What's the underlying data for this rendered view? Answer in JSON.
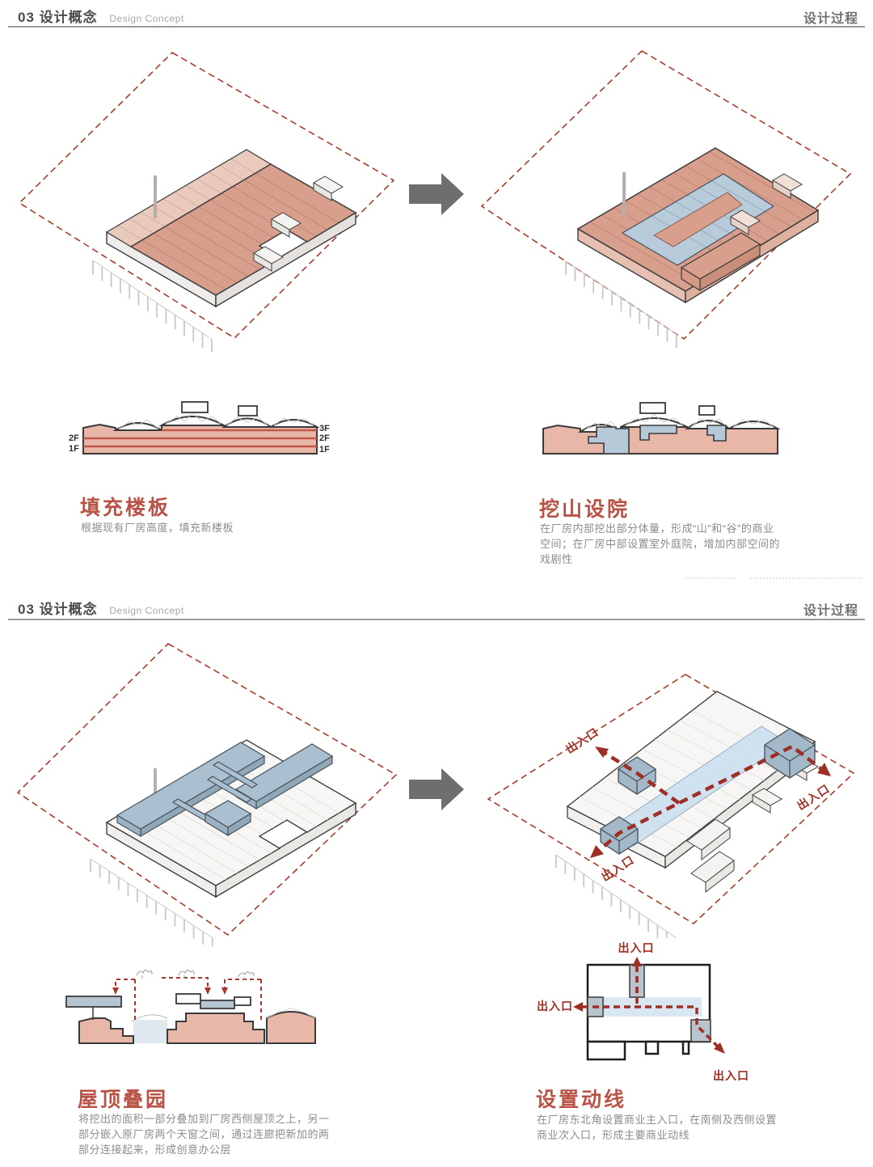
{
  "page": {
    "header": {
      "number": "03",
      "title": "设计概念",
      "subtitle": "Design Concept",
      "right_title": "设计过程"
    },
    "steps": {
      "fill_floors": {
        "title": "填充楼板",
        "desc": "根据现有厂房高度，填充新楼板"
      },
      "carve": {
        "title": "挖山设院",
        "desc": "在厂房内部挖出部分体量，形成“山”和“谷”的商业空间；在厂房中部设置室外庭院，增加内部空间的戏剧性"
      },
      "roof_stack": {
        "title": "屋顶叠园",
        "desc": "将挖出的面积一部分叠加到厂房西侧屋顶之上，另一部分嵌入原厂房两个天窗之间，通过连廊把新加的两部分连接起来，形成创意办公层"
      },
      "circulation": {
        "title": "设置动线",
        "desc": "在厂房东北角设置商业主入口，在南侧及西侧设置商业次入口，形成主要商业动线"
      }
    },
    "section_floor_labels": {
      "left": [
        "2F",
        "1F"
      ],
      "right": [
        "3F",
        "2F",
        "1F"
      ]
    },
    "entrance_label": "出入口",
    "colors": {
      "accent_red": "#bb5246",
      "boundary_dash_red": "#aa3a2d",
      "route_red": "#9f2f24",
      "roof_salmon": "#d89f8c",
      "roof_pink_light": "#e9cabd",
      "section_pink": "#e9b7a7",
      "blue_mass": "#b6c9d8",
      "blue_glaze": "#d7e5f0",
      "gray_block": "#b9c4ce",
      "arrow_gray": "#6e6e6e"
    }
  }
}
